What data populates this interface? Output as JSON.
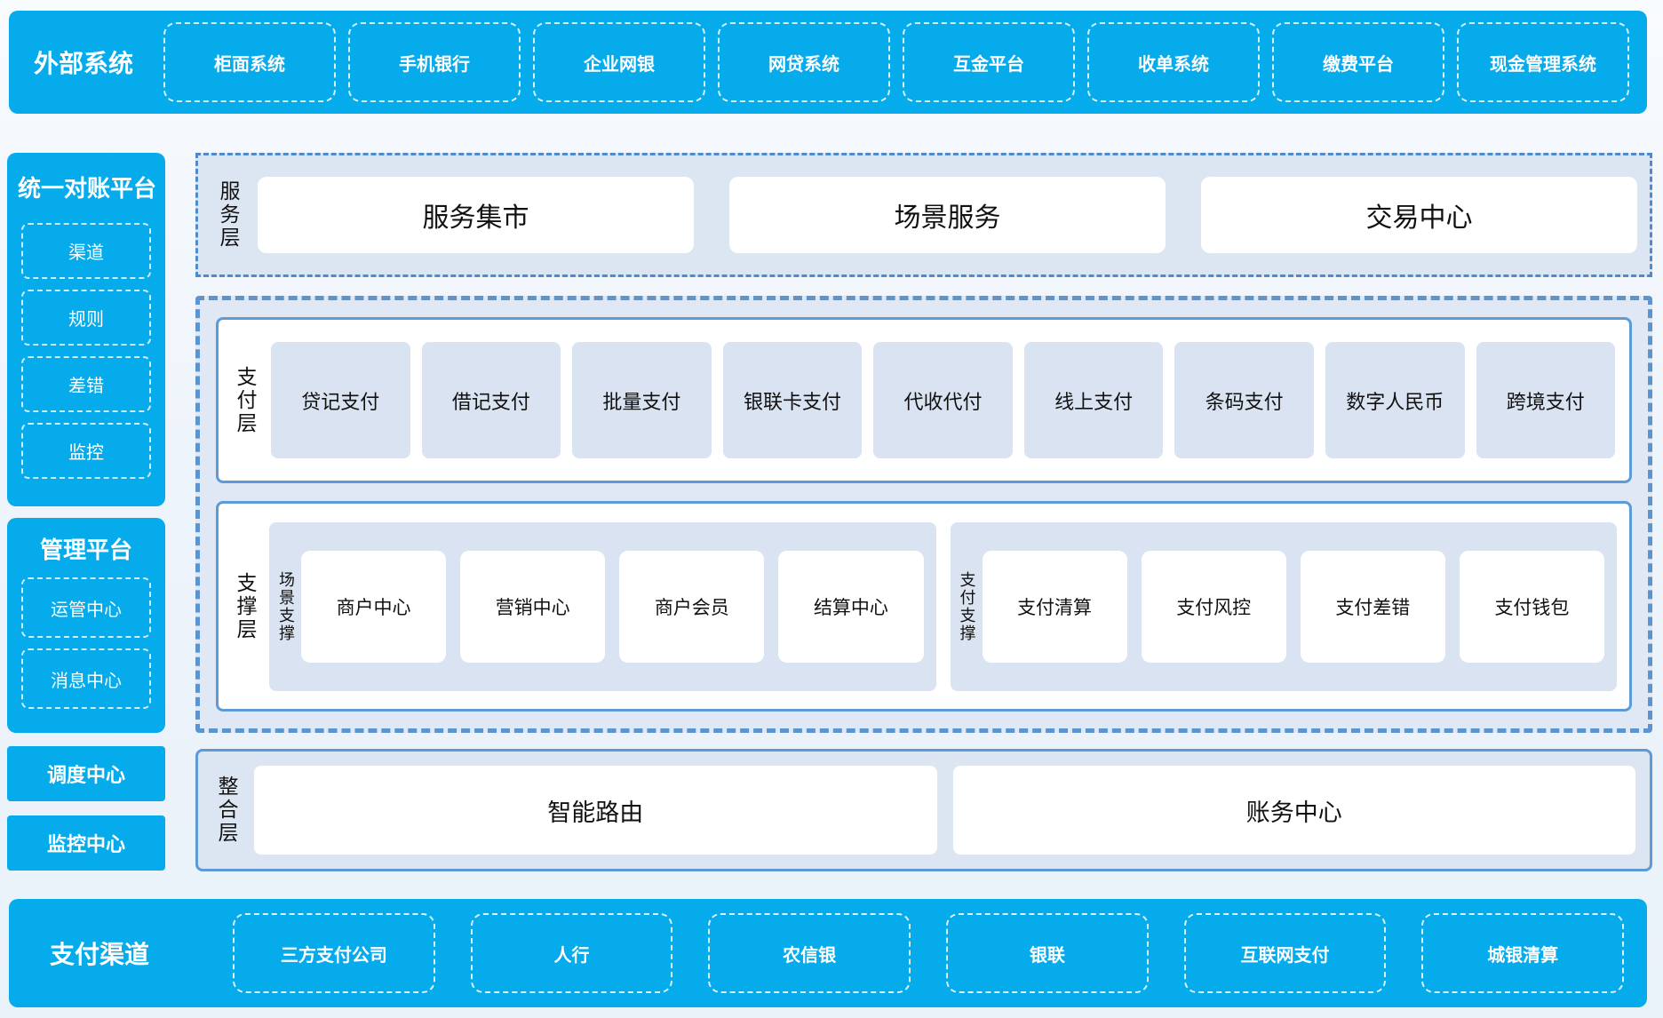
{
  "colors": {
    "accent_blue": "#06abeb",
    "panel_fill": "#dce6f3",
    "item_fill": "#d9e3f1",
    "border_blue": "#5e9ad6",
    "dashed_blue": "#5b94cf",
    "white": "#ffffff",
    "text_dark": "#111111"
  },
  "top_banner": {
    "title": "外部系统",
    "systems": [
      "柜面系统",
      "手机银行",
      "企业网银",
      "网贷系统",
      "互金平台",
      "收单系统",
      "缴费平台",
      "现金管理系统"
    ]
  },
  "left": {
    "reconciliation": {
      "title": "统一对账平台",
      "items": [
        "渠道",
        "规则",
        "差错",
        "监控"
      ]
    },
    "management": {
      "title": "管理平台",
      "items": [
        "运管中心",
        "消息中心"
      ]
    },
    "solo_boxes": [
      "调度中心",
      "监控中心"
    ]
  },
  "layers": {
    "service": {
      "label": "服务层",
      "boxes": [
        "服务集市",
        "场景服务",
        "交易中心"
      ]
    },
    "payment": {
      "label": "支付层",
      "boxes": [
        "贷记支付",
        "借记支付",
        "批量支付",
        "银联卡支付",
        "代收代付",
        "线上支付",
        "条码支付",
        "数字人民币",
        "跨境支付"
      ]
    },
    "support": {
      "label": "支撑层",
      "groups": [
        {
          "label": "场景支撑",
          "boxes": [
            "商户中心",
            "营销中心",
            "商户会员",
            "结算中心"
          ]
        },
        {
          "label": "支付支撑",
          "boxes": [
            "支付清算",
            "支付风控",
            "支付差错",
            "支付钱包"
          ]
        }
      ]
    },
    "integration": {
      "label": "整合层",
      "boxes": [
        "智能路由",
        "账务中心"
      ]
    }
  },
  "bottom_banner": {
    "title": "支付渠道",
    "channels": [
      "三方支付公司",
      "人行",
      "农信银",
      "银联",
      "互联网支付",
      "城银清算"
    ]
  }
}
